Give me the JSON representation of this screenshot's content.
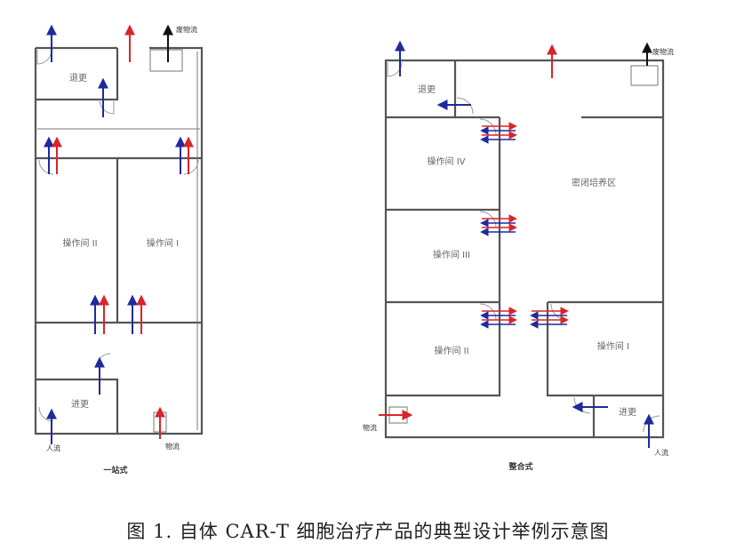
{
  "colors": {
    "blue": "#1f2a9c",
    "red": "#d9242b",
    "black": "#111111"
  },
  "left_plan": {
    "caption": "一站式",
    "rooms": {
      "tuigeng": "退更",
      "caozuo2": "操作间 II",
      "caozuo1": "操作间 I",
      "jingeng": "进更"
    },
    "labels": {
      "waste": "废物流",
      "person": "人流",
      "material": "物流"
    }
  },
  "right_plan": {
    "caption": "整合式",
    "rooms": {
      "tuigeng": "退更",
      "caozuo4": "操作间 IV",
      "caozuo3": "操作间 III",
      "caozuo2": "操作间 II",
      "caozuo1": "操作间 I",
      "closed": "密闭培养区",
      "jingeng": "进更"
    },
    "labels": {
      "waste": "废物流",
      "person": "人流",
      "material": "物流"
    }
  },
  "figure_caption": "图 1. 自体 CAR-T 细胞治疗产品的典型设计举例示意图"
}
